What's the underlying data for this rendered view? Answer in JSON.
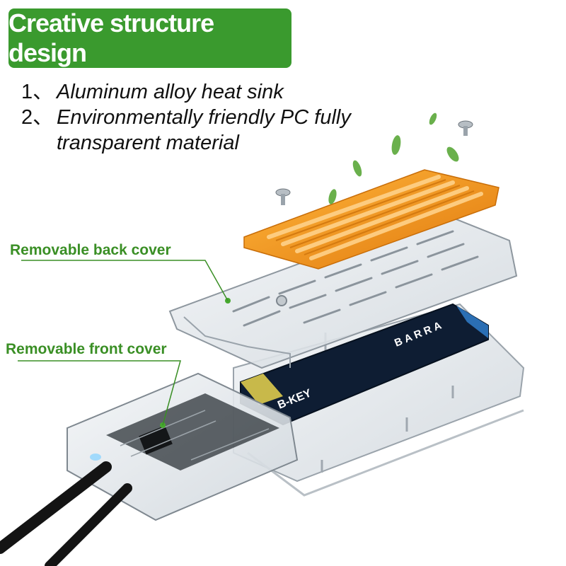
{
  "banner": {
    "title": "Creative structure design",
    "color": "#3a9a2e"
  },
  "features": [
    {
      "num": "1、",
      "text": "Aluminum alloy heat sink"
    },
    {
      "num": "2、",
      "text": "Environmentally friendly PC fully transparent material"
    }
  ],
  "callouts": {
    "back_cover": "Removable back cover",
    "front_cover": "Removable front cover",
    "color": "#3a8f25"
  },
  "ssd": {
    "brand": "BARRA",
    "key": "B-KEY"
  },
  "palette": {
    "heatsink": "#f29a1e",
    "ssd_pcb": "#1d3557",
    "leaf": "#6ab04c"
  }
}
